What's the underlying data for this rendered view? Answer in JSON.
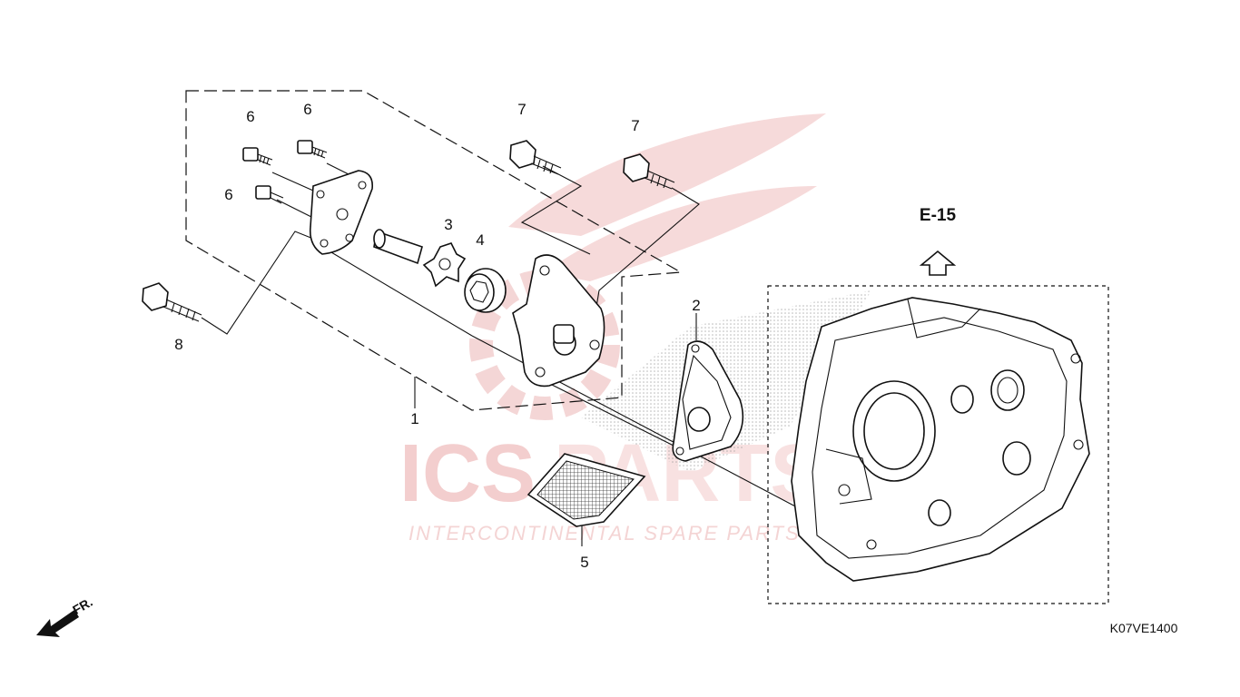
{
  "diagram": {
    "callouts": [
      {
        "id": "c1",
        "label": "1"
      },
      {
        "id": "c2",
        "label": "2"
      },
      {
        "id": "c3",
        "label": "3"
      },
      {
        "id": "c4",
        "label": "4"
      },
      {
        "id": "c5",
        "label": "5"
      },
      {
        "id": "c6a",
        "label": "6"
      },
      {
        "id": "c6b",
        "label": "6"
      },
      {
        "id": "c6c",
        "label": "6"
      },
      {
        "id": "c7a",
        "label": "7"
      },
      {
        "id": "c7b",
        "label": "7"
      },
      {
        "id": "c8",
        "label": "8"
      }
    ],
    "reference": "E-15",
    "diagram_code": "K07VE1400",
    "front_indicator": "FR.",
    "watermark": {
      "brand": "ICSPARTS",
      "tagline": "INTERCONTINENTAL SPARE PARTS",
      "color": "#e06060"
    },
    "colors": {
      "line": "#111111",
      "background": "#ffffff"
    }
  }
}
